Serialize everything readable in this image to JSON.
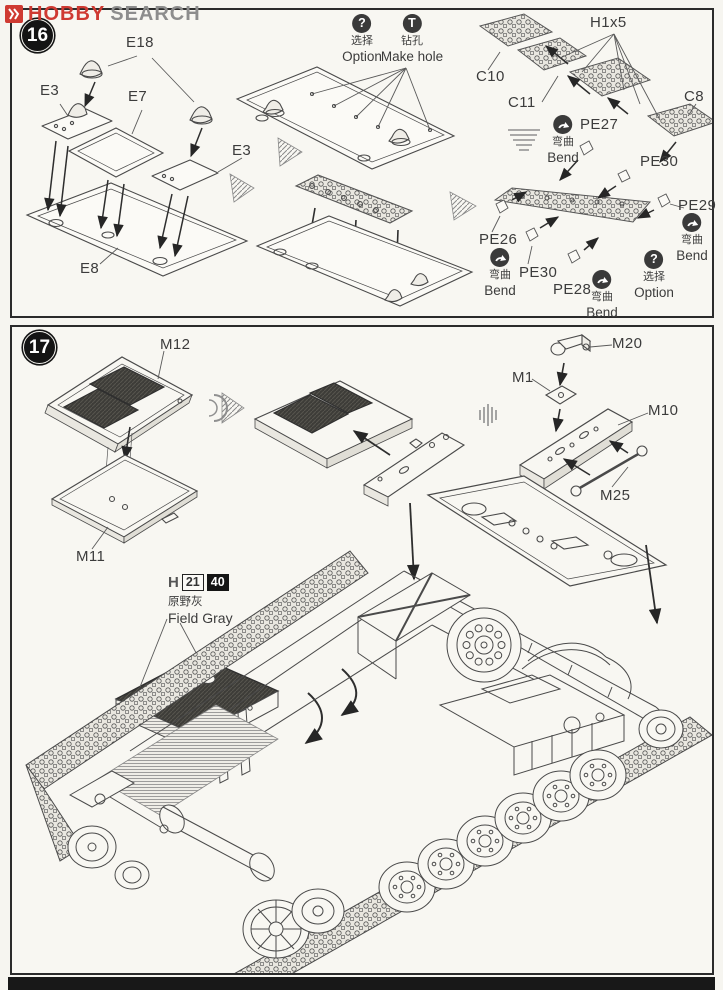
{
  "logo": {
    "hobby": "HOBBY",
    "search": "SEARCH"
  },
  "colors": {
    "logo_red": "#cf3a32",
    "logo_gray": "#8d8d8d",
    "line": "#4a4a4a",
    "ink": "#141414"
  },
  "symbols": {
    "option": {
      "glyph": "?",
      "zh": "选择",
      "en": "Option"
    },
    "make_hole": {
      "glyph": "T",
      "zh": "钻孔",
      "en": "Make hole"
    },
    "bend": {
      "zh": "弯曲",
      "en": "Bend"
    }
  },
  "step16": {
    "number": "16",
    "parts": {
      "e18": "E18",
      "e3a": "E3",
      "e7": "E7",
      "e3b": "E3",
      "e8": "E8",
      "c10": "C10",
      "c11": "C11",
      "c8": "C8",
      "h1x5": "H1x5",
      "pe27": "PE27",
      "pe30a": "PE30",
      "pe29": "PE29",
      "pe26": "PE26",
      "pe30b": "PE30",
      "pe28": "PE28"
    }
  },
  "step17": {
    "number": "17",
    "parts": {
      "m12": "M12",
      "m11": "M11",
      "m20": "M20",
      "m1": "M1",
      "m10": "M10",
      "m25": "M25"
    },
    "paint": {
      "prefix": "H",
      "code_white": "21",
      "code_black": "40",
      "zh": "原野灰",
      "en": "Field Gray"
    }
  }
}
